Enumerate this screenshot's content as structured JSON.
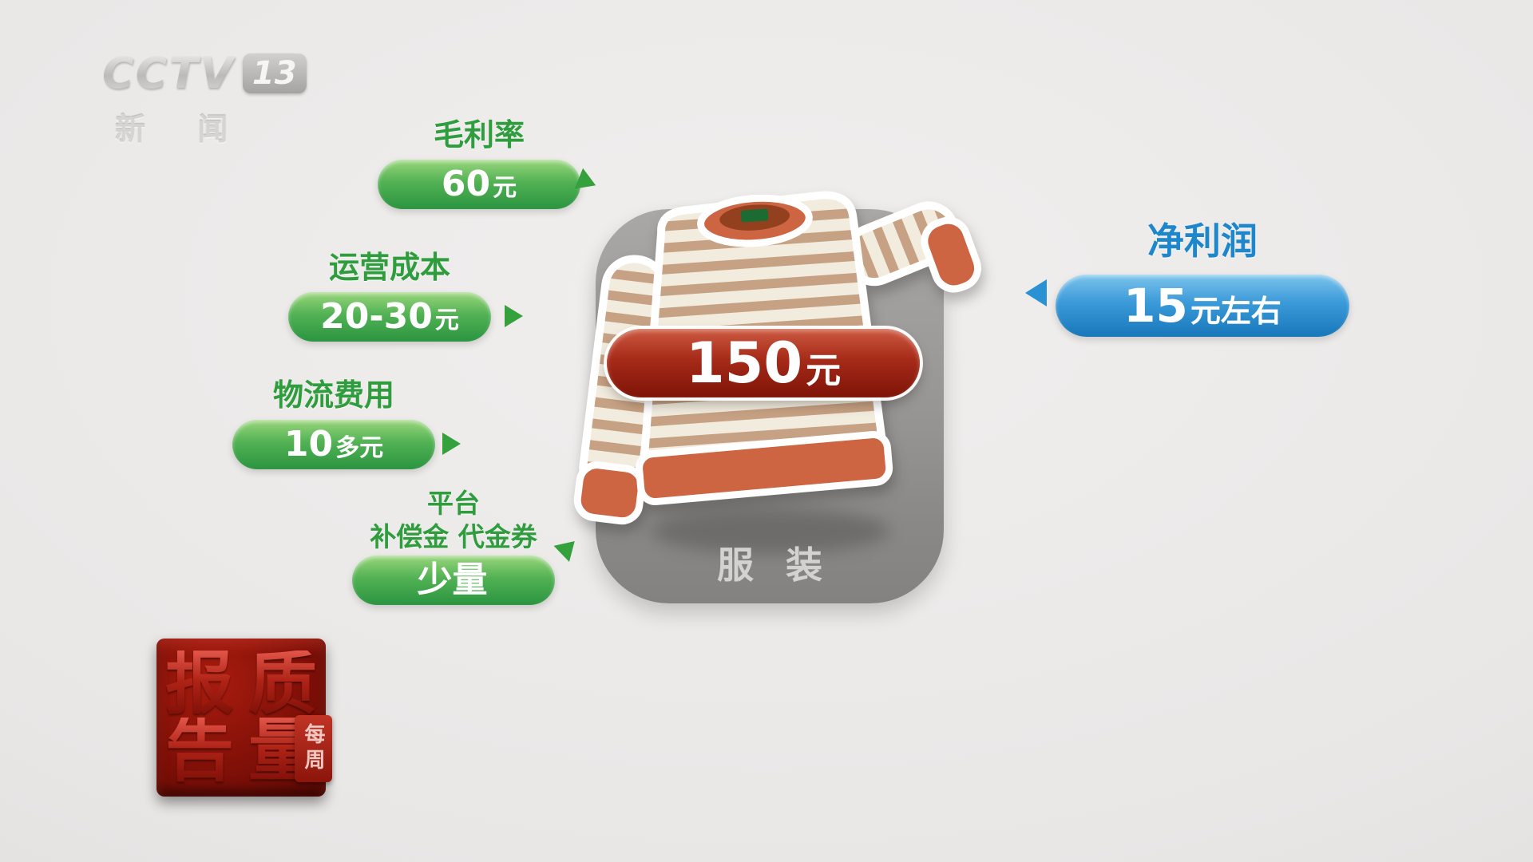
{
  "channel": {
    "brand": "CCTV",
    "number": "13",
    "name": "新 闻"
  },
  "stamp": {
    "char_top_left": "报",
    "char_top_right": "质",
    "char_bottom_left": "告",
    "char_bottom_right": "量",
    "badge": "每周"
  },
  "diagram": {
    "product": {
      "category": "服 装",
      "price_value": "150",
      "price_unit": "元"
    },
    "costs": [
      {
        "label": "毛利率",
        "value": "60",
        "unit": "元"
      },
      {
        "label": "运营成本",
        "value": "20-30",
        "unit": "元"
      },
      {
        "label": "物流费用",
        "value": "10",
        "unit": "多元"
      },
      {
        "label": "平台",
        "label2": "补偿金 代金券",
        "value": "少量",
        "unit": ""
      }
    ],
    "profit": {
      "label": "净利润",
      "value": "15",
      "unit": "元左右"
    }
  },
  "colors": {
    "green_accent": "#2f9c3e",
    "blue_accent": "#1e87cb",
    "red_price": "#9a2415",
    "icon_gray": "#949290",
    "background": "#e8e6e5"
  }
}
